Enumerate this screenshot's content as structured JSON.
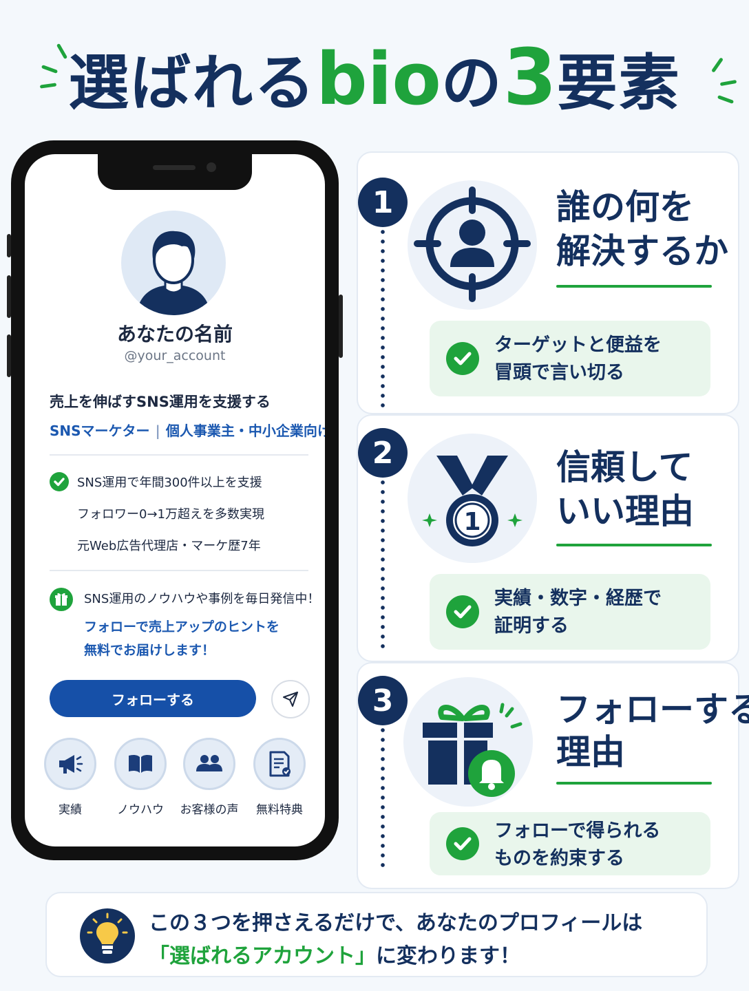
{
  "title": {
    "part1": "選ばれる",
    "part2": "bio",
    "part3": "の",
    "part4": "3",
    "part5": "要素"
  },
  "profile": {
    "name": "あなたの名前",
    "handle": "@your_account",
    "tagline": "売上を伸ばすSNS運用を支援する",
    "role1": "SNSマーケター",
    "role_sep": "|",
    "role2": "個人事業主・中小企業向け",
    "credentials": [
      "SNS運用で年間300件以上を支援",
      "フォロワー0→1万超えを多数実現",
      "元Web広告代理店・マーケ歴7年"
    ],
    "promo_line1": "SNS運用のノウハウや事例を毎日発信中！",
    "promo_line2": "フォローで売上アップのヒントを",
    "promo_line3": "無料でお届けします！",
    "follow_label": "フォローする",
    "highlights": [
      {
        "label": "実績",
        "icon": "megaphone-icon"
      },
      {
        "label": "ノウハウ",
        "icon": "book-icon"
      },
      {
        "label": "お客様の声",
        "icon": "people-icon"
      },
      {
        "label": "無料特典",
        "icon": "document-icon"
      }
    ]
  },
  "elements": [
    {
      "num": "1",
      "head1": "誰の何を",
      "head2": "解決するか",
      "box1": "ターゲットと便益を",
      "box2": "冒頭で言い切る",
      "icon": "target-person-icon"
    },
    {
      "num": "2",
      "head1": "信頼して",
      "head2": "いい理由",
      "box1": "実績・数字・経歴で",
      "box2": "証明する",
      "icon": "medal-icon"
    },
    {
      "num": "3",
      "head1": "フォローする",
      "head2": "理由",
      "box1": "フォローで得られる",
      "box2": "ものを約束する",
      "icon": "gift-bell-icon"
    }
  ],
  "banner": {
    "line1": "この３つを押さえるだけで、あなたのプロフィールは",
    "line2a": "「選ばれるアカウント」",
    "line2b": "に変わります！"
  },
  "colors": {
    "navy": "#14305e",
    "green": "#1fa33c",
    "blue": "#1650a8"
  }
}
